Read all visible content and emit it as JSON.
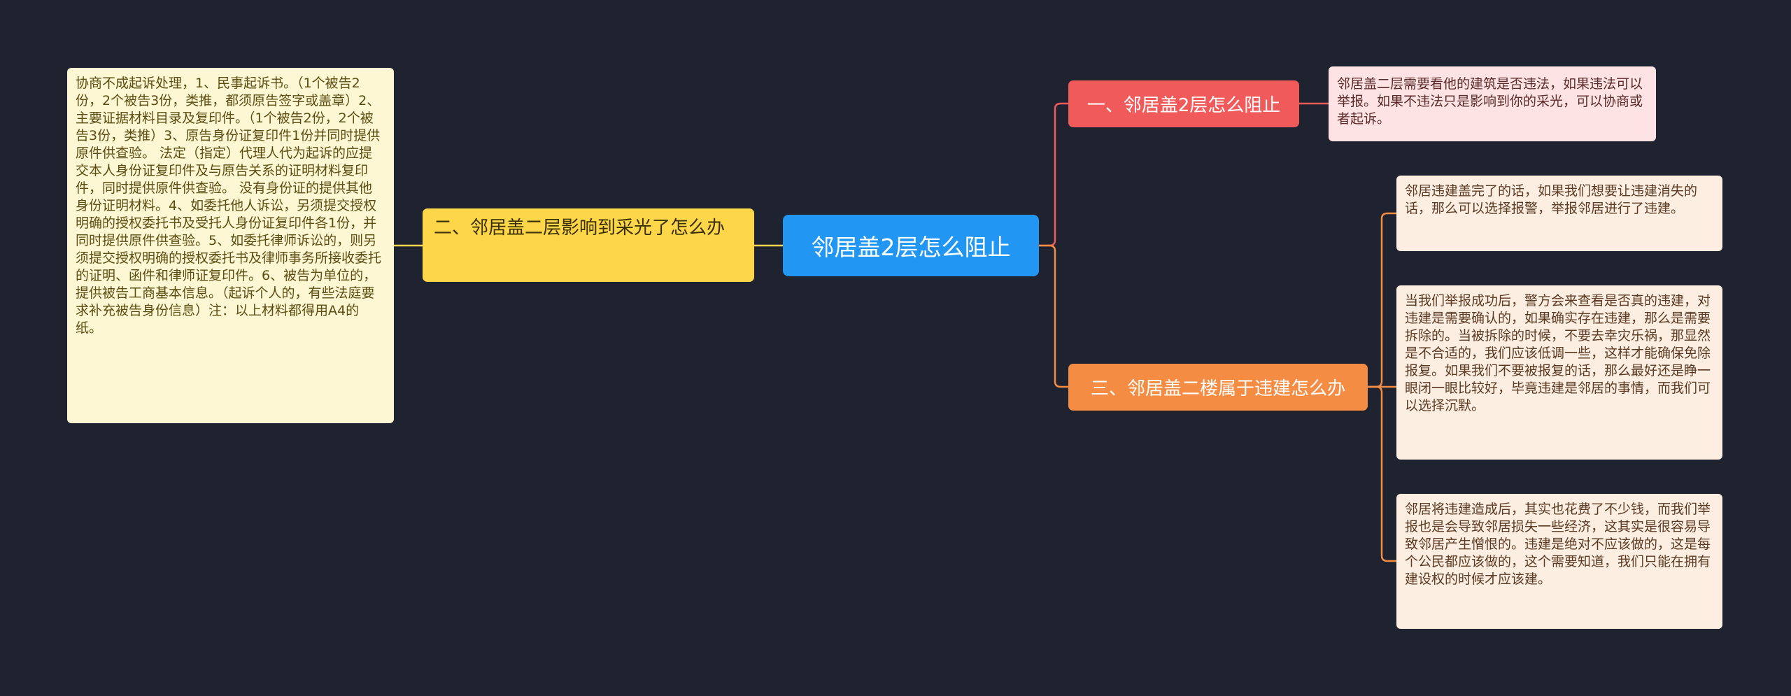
{
  "mindmap": {
    "center": {
      "label": "邻居盖2层怎么阻止"
    },
    "branches": [
      {
        "label": "一、邻居盖2层怎么阻止",
        "color": "#f05a5a",
        "leaves": [
          "邻居盖二层需要看他的建筑是否违法，如果违法可以举报。如果不违法只是影响到你的采光，可以协商或者起诉。"
        ]
      },
      {
        "label": "二、邻居盖二层影响到采光了怎么办",
        "color": "#fdd649",
        "leaves": [
          "协商不成起诉处理，1、民事起诉书。（1个被告2份，2个被告3份，类推，都须原告签字或盖章）2、主要证据材料目录及复印件。（1个被告2份，2个被告3份，类推）3、原告身份证复印件1份并同时提供原件供查验。 法定（指定）代理人代为起诉的应提交本人身份证复印件及与原告关系的证明材料复印件，同时提供原件供查验。 没有身份证的提供其他身份证明材料。4、如委托他人诉讼，另须提交授权明确的授权委托书及受托人身份证复印件各1份，并同时提供原件供查验。5、如委托律师诉讼的，则另须提交授权明确的授权委托书及律师事务所接收委托的证明、函件和律师证复印件。6、被告为单位的，提供被告工商基本信息。（起诉个人的，有些法庭要求补充被告身份信息）注：以上材料都得用A4的纸。"
        ]
      },
      {
        "label": "三、邻居盖二楼属于违建怎么办",
        "color": "#f58c44",
        "leaves": [
          "邻居违建盖完了的话，如果我们想要让违建消失的话，那么可以选择报警，举报邻居进行了违建。",
          "当我们举报成功后，警方会来查看是否真的违建，对违建是需要确认的，如果确实存在违建，那么是需要拆除的。当被拆除的时候，不要去幸灾乐祸，那显然是不合适的，我们应该低调一些，这样才能确保免除报复。如果我们不要被报复的话，那么最好还是睁一眼闭一眼比较好，毕竟违建是邻居的事情，而我们可以选择沉默。",
          "邻居将违建造成后，其实也花费了不少钱，而我们举报也是会导致邻居损失一些经济，这其实是很容易导致邻居产生憎恨的。违建是绝对不应该做的，这是每个公民都应该做的，这个需要知道，我们只能在拥有建设权的时候才应该建。"
        ]
      }
    ]
  }
}
